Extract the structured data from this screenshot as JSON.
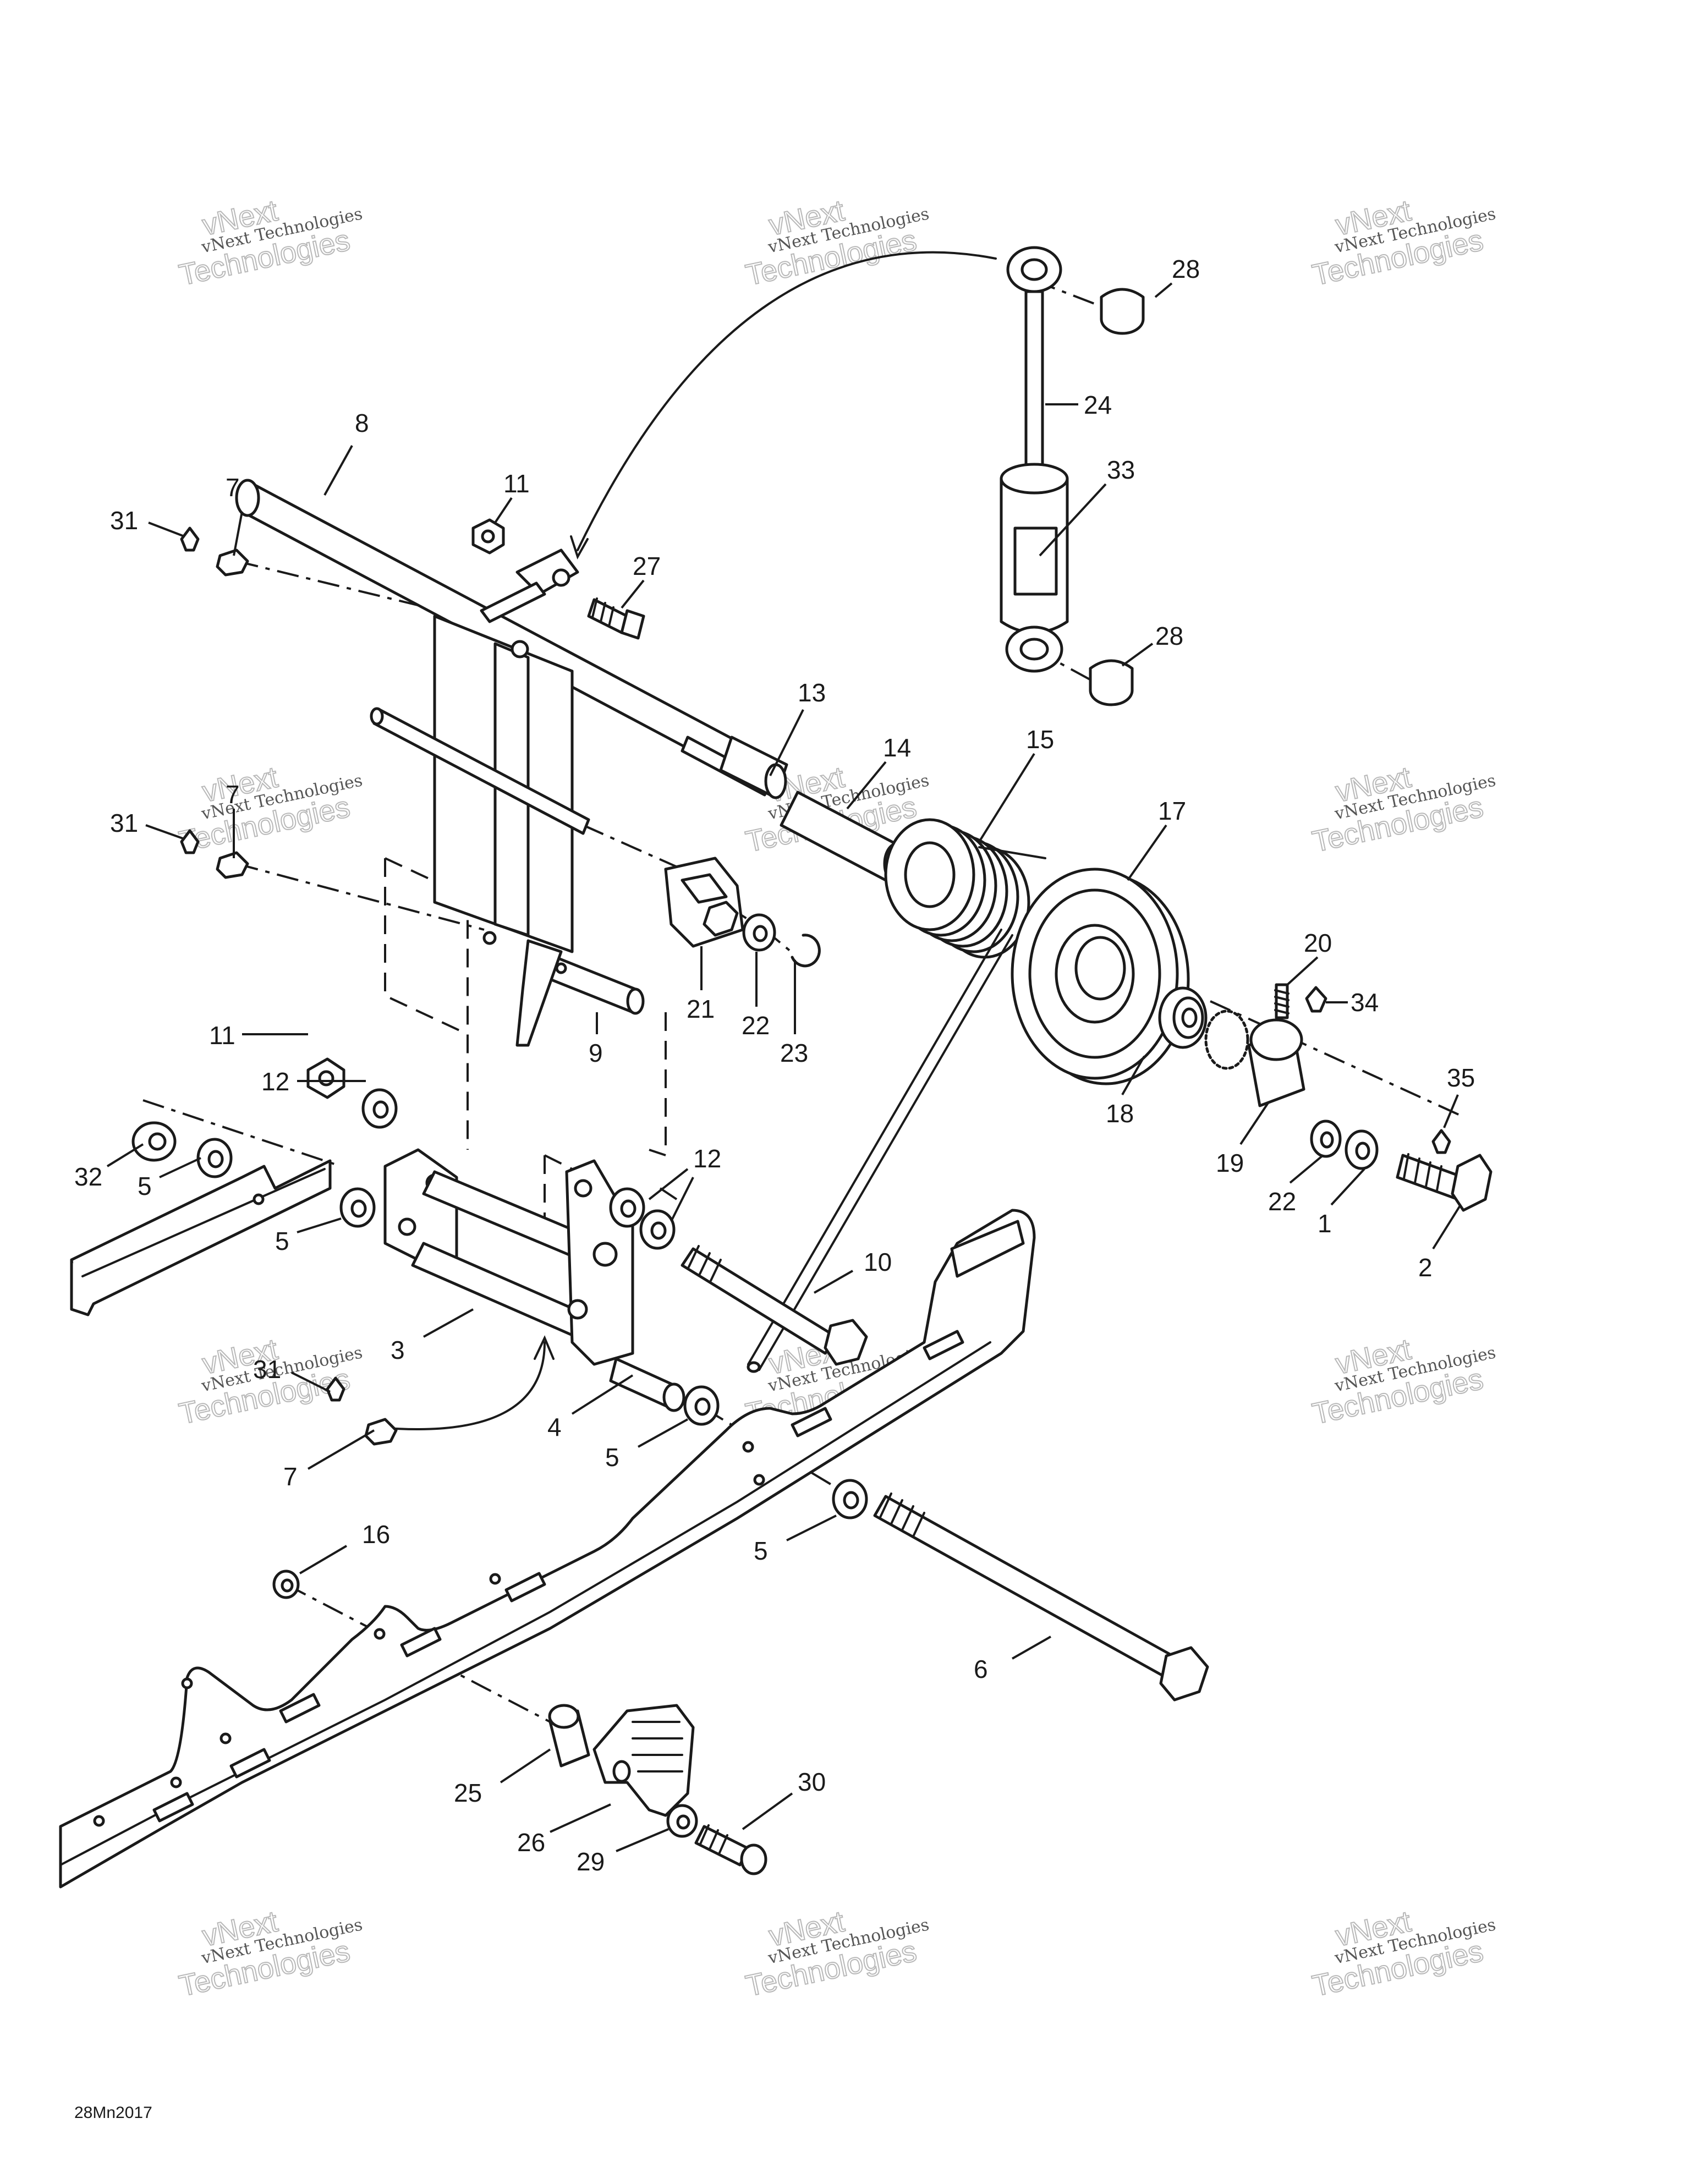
{
  "watermark": {
    "line1": "vNext Technologies",
    "line2": "Technologies",
    "line3": "vNext"
  },
  "figure_code": "28Mn2017",
  "callouts": [
    {
      "id": "c28a",
      "text": "28"
    },
    {
      "id": "c24",
      "text": "24"
    },
    {
      "id": "c33",
      "text": "33"
    },
    {
      "id": "c28b",
      "text": "28"
    },
    {
      "id": "c8",
      "text": "8"
    },
    {
      "id": "c7a",
      "text": "7"
    },
    {
      "id": "c31a",
      "text": "31"
    },
    {
      "id": "c11a",
      "text": "11"
    },
    {
      "id": "c27",
      "text": "27"
    },
    {
      "id": "c13",
      "text": "13"
    },
    {
      "id": "c14",
      "text": "14"
    },
    {
      "id": "c15",
      "text": "15"
    },
    {
      "id": "c17",
      "text": "17"
    },
    {
      "id": "c7b",
      "text": "7"
    },
    {
      "id": "c31b",
      "text": "31"
    },
    {
      "id": "c21",
      "text": "21"
    },
    {
      "id": "c22a",
      "text": "22"
    },
    {
      "id": "c23",
      "text": "23"
    },
    {
      "id": "c9",
      "text": "9"
    },
    {
      "id": "c20",
      "text": "20"
    },
    {
      "id": "c34",
      "text": "34"
    },
    {
      "id": "c35",
      "text": "35"
    },
    {
      "id": "c18",
      "text": "18"
    },
    {
      "id": "c19",
      "text": "19"
    },
    {
      "id": "c22b",
      "text": "22"
    },
    {
      "id": "c1",
      "text": "1"
    },
    {
      "id": "c2",
      "text": "2"
    },
    {
      "id": "c11b",
      "text": "11"
    },
    {
      "id": "c12a",
      "text": "12"
    },
    {
      "id": "c32",
      "text": "32"
    },
    {
      "id": "c5a",
      "text": "5"
    },
    {
      "id": "c5b",
      "text": "5"
    },
    {
      "id": "c12b",
      "text": "12"
    },
    {
      "id": "c10",
      "text": "10"
    },
    {
      "id": "c3",
      "text": "3"
    },
    {
      "id": "c31c",
      "text": "31"
    },
    {
      "id": "c4",
      "text": "4"
    },
    {
      "id": "c5c",
      "text": "5"
    },
    {
      "id": "c7c",
      "text": "7"
    },
    {
      "id": "c5d",
      "text": "5"
    },
    {
      "id": "c16",
      "text": "16"
    },
    {
      "id": "c6",
      "text": "6"
    },
    {
      "id": "c30",
      "text": "30"
    },
    {
      "id": "c25",
      "text": "25"
    },
    {
      "id": "c26",
      "text": "26"
    },
    {
      "id": "c29",
      "text": "29"
    }
  ]
}
